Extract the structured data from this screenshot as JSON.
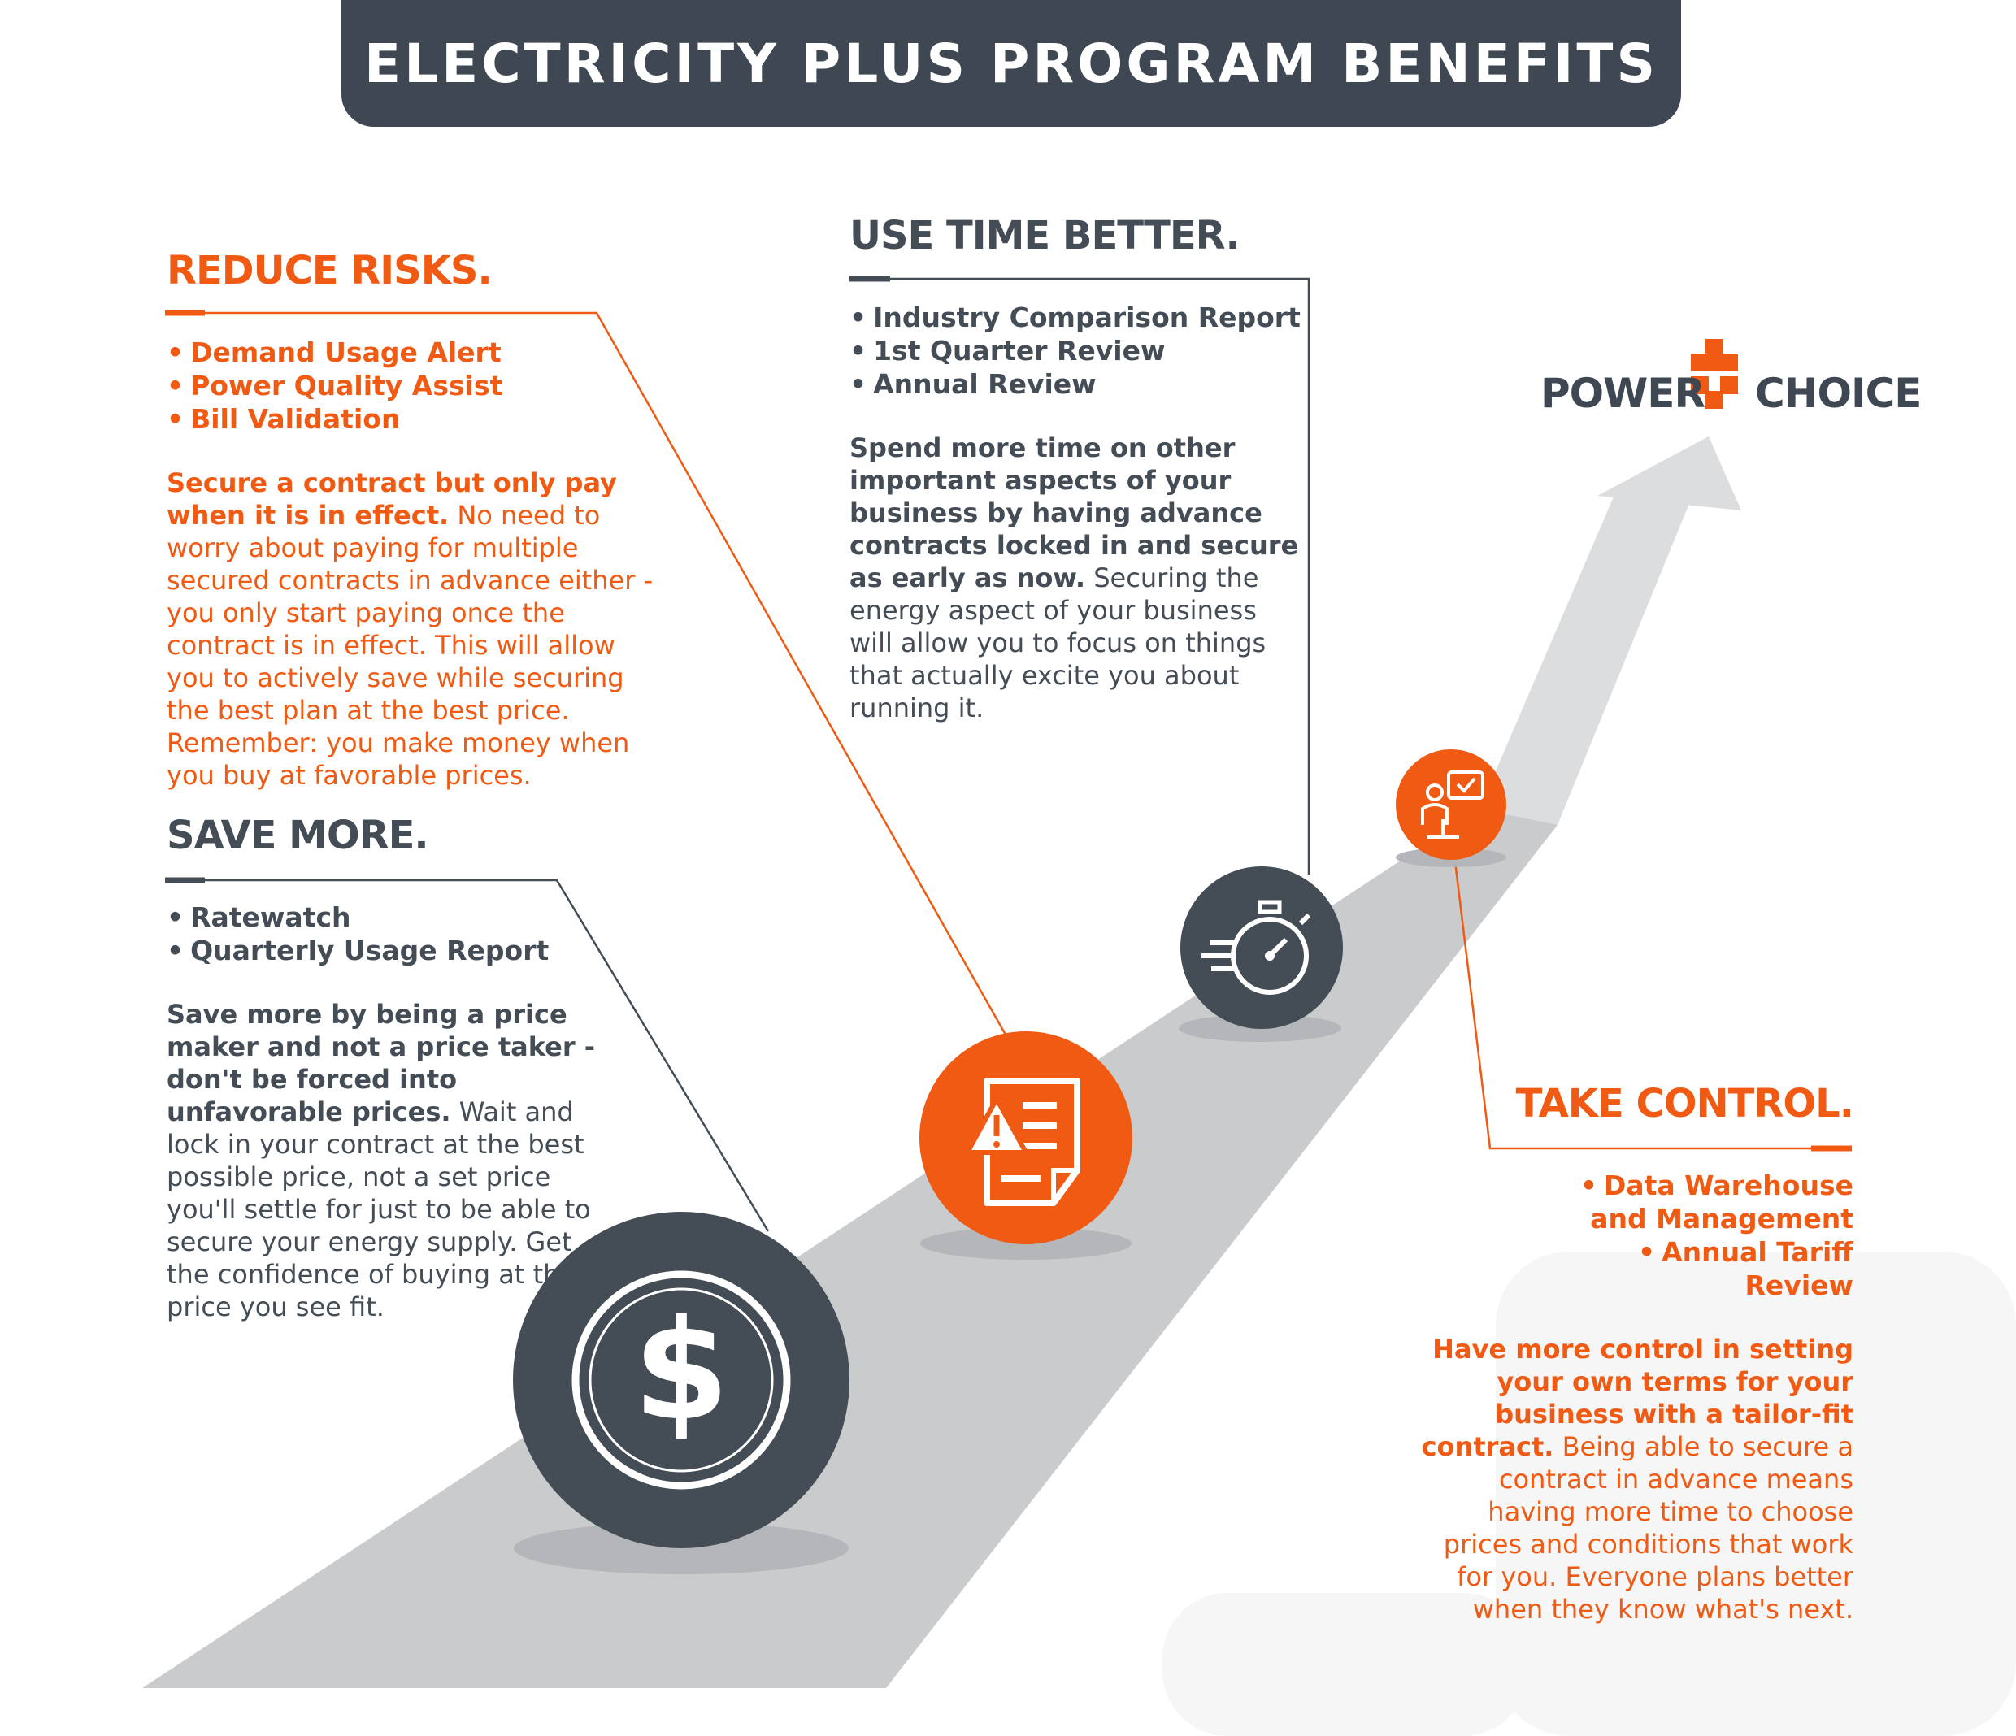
{
  "title": "ELECTRICITY PLUS PROGRAM BENEFITS",
  "logo": {
    "left": "POWER",
    "right": "CHOICE"
  },
  "colors": {
    "orange": "#f05a12",
    "dark": "#3f4852",
    "road": "#c9cbcd",
    "arrow": "#dcdddf"
  },
  "reduce_risks": {
    "heading": "REDUCE RISKS.",
    "bullets": [
      "Demand Usage Alert",
      "Power Quality Assist",
      "Bill Validation"
    ],
    "bold_text": "Secure a contract but only pay when it is in effect.",
    "body_text": " No need to worry about paying for multiple secured contracts in advance either - you only start paying once the contract is in effect. This will allow you to actively save while securing the best plan at the best price. Remember: you make money when you buy at favorable prices."
  },
  "save_more": {
    "heading": "SAVE MORE.",
    "bullets": [
      "Ratewatch",
      "Quarterly Usage Report"
    ],
    "bold_text": "Save more by being a price maker and not a price taker - don't be forced into unfavorable prices.",
    "body_text": " Wait and lock in your contract at the best possible price, not a set price you'll settle for just to be able to secure your energy supply. Get the confidence of buying at the price you see fit."
  },
  "use_time": {
    "heading": "USE TIME BETTER.",
    "bullets": [
      "Industry Comparison Report",
      "1st Quarter Review",
      "Annual Review"
    ],
    "bold_text": "Spend more time on other important aspects of your business by having advance contracts locked in and secure as early as now.",
    "body_text": "  Securing the energy aspect of your business will allow you to focus on things that actually excite you about running it."
  },
  "take_control": {
    "heading": "TAKE CONTROL.",
    "bullets": [
      "Data Warehouse and Management",
      "Annual Tariff Review"
    ],
    "bold_text": "Have more control in setting your own terms for your business with a tailor-fit contract.",
    "body_text": " Being able to secure a contract in advance means having more time to choose prices and conditions that work for you. Everyone plans better when they know what's next."
  },
  "icons": [
    "dollar-icon",
    "warning-document-icon",
    "stopwatch-icon",
    "consultant-check-icon"
  ]
}
